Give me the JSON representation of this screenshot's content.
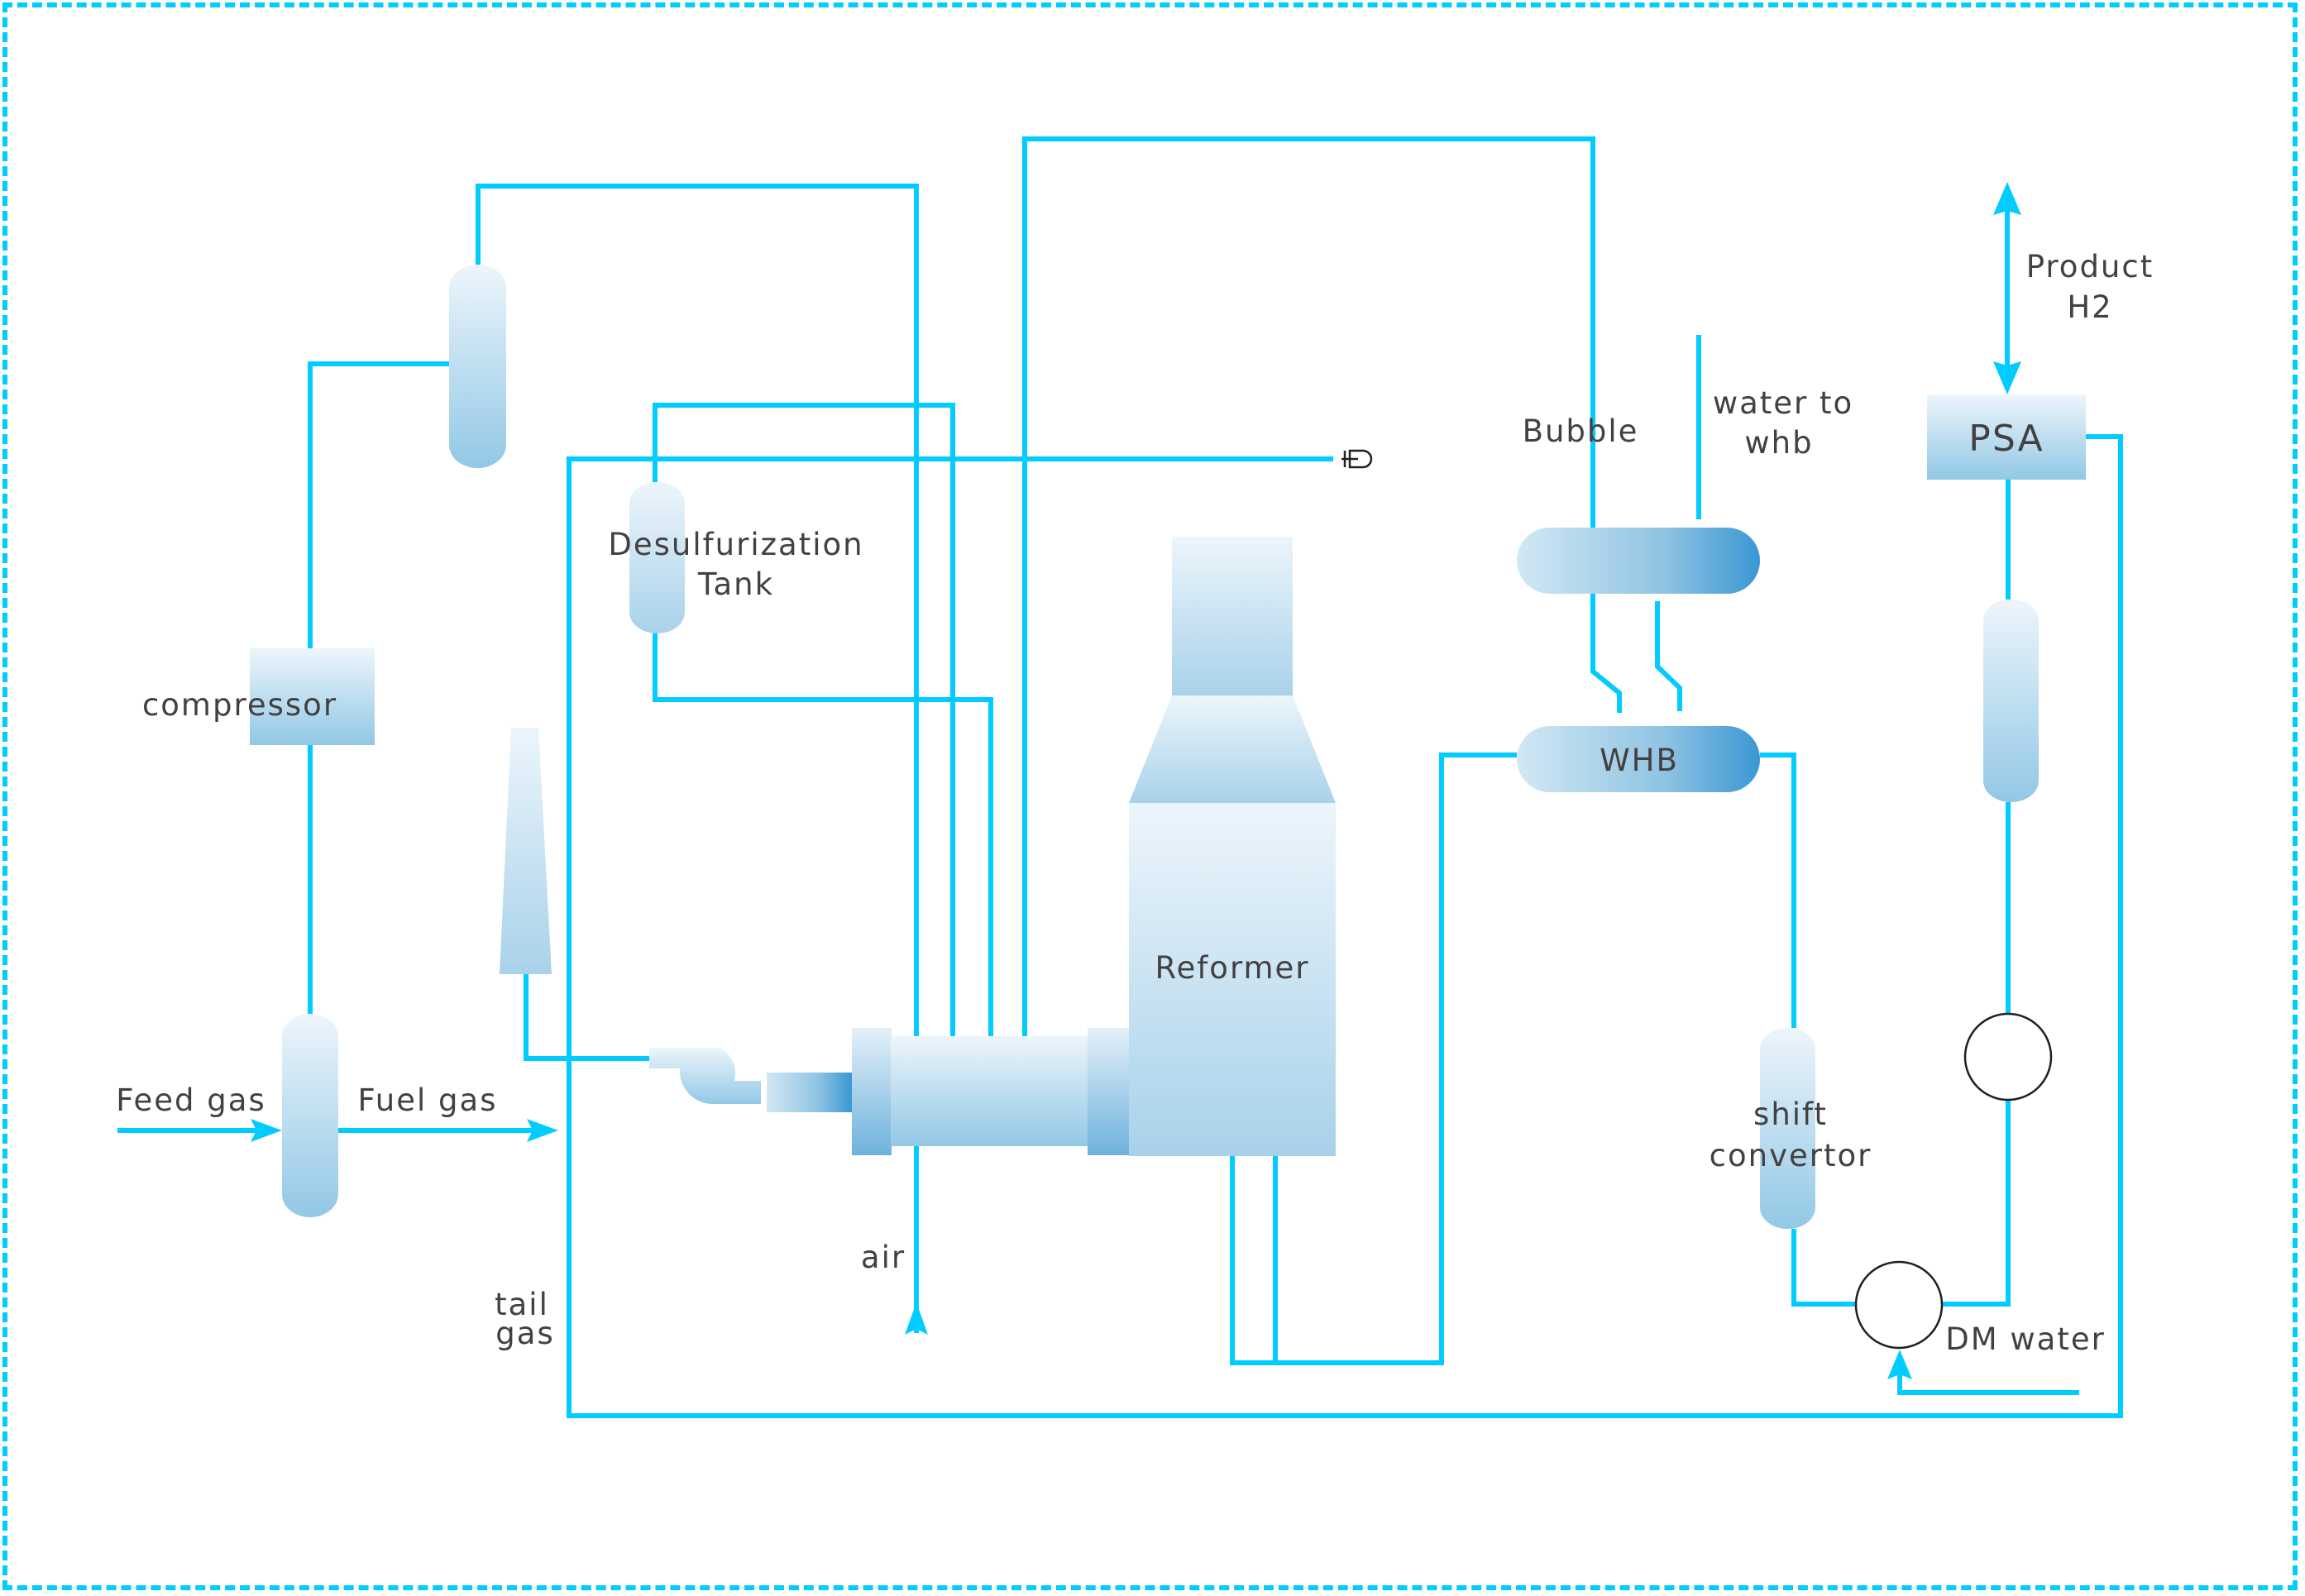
{
  "diagram": {
    "title": "Hydrogen production process flow (steam reforming + PSA)",
    "colors": {
      "pipe": "#00CCFF",
      "vessel_top": "#EAF3FA",
      "vessel_bottom": "#92C8E6",
      "drum_left": "#CFE6F3",
      "drum_right": "#3E9AD4",
      "label_text": "#444041",
      "pump_outline": "#231F20",
      "frame_border": "#00CCFF"
    },
    "labels": {
      "feed_gas": "Feed gas",
      "fuel_gas": "Fuel gas",
      "compressor": "compressor",
      "desulfurization_line1": "Desulfurization",
      "desulfurization_line2": "Tank",
      "reformer": "Reformer",
      "air": "air",
      "tail_line1": "tail",
      "tail_line2": "gas",
      "bubble": "Bubble",
      "water_to_line1": "water to",
      "water_to_line2": "whb",
      "product_line1": "Product",
      "product_line2": "H2",
      "psa": "PSA",
      "whb": "WHB",
      "shift_line1": "shift",
      "shift_line2": "convertor",
      "dm_water": "DM water"
    },
    "equipment": [
      {
        "id": "feed-separator",
        "type": "vertical-vessel"
      },
      {
        "id": "compressor",
        "type": "block",
        "label": "compressor"
      },
      {
        "id": "top-separator",
        "type": "vertical-vessel"
      },
      {
        "id": "desulfurization-tank",
        "type": "vertical-vessel",
        "label": "Desulfurization Tank"
      },
      {
        "id": "stack",
        "type": "cone"
      },
      {
        "id": "burner-assembly",
        "type": "burner"
      },
      {
        "id": "reformer",
        "type": "furnace",
        "label": "Reformer"
      },
      {
        "id": "bubble-drum",
        "type": "horizontal-drum",
        "label": "Bubble"
      },
      {
        "id": "whb",
        "type": "horizontal-drum",
        "label": "WHB"
      },
      {
        "id": "shift-convertor",
        "type": "vertical-vessel",
        "label": "shift convertor"
      },
      {
        "id": "psa-unit",
        "type": "block",
        "label": "PSA"
      },
      {
        "id": "psa-column",
        "type": "vertical-vessel"
      },
      {
        "id": "pump-lower",
        "type": "pump"
      },
      {
        "id": "pump-upper",
        "type": "pump"
      }
    ],
    "streams": [
      {
        "from": "Feed gas",
        "to": "feed-separator"
      },
      {
        "from": "feed-separator",
        "to": "Fuel gas"
      },
      {
        "from": "feed-separator",
        "to": "compressor"
      },
      {
        "from": "compressor",
        "to": "top-separator"
      },
      {
        "from": "top-separator",
        "to": "burner-assembly"
      },
      {
        "from": "desulfurization-tank",
        "to": "burner-assembly"
      },
      {
        "from": "air",
        "to": "burner-assembly"
      },
      {
        "from": "reformer",
        "to": "whb"
      },
      {
        "from": "bubble-drum",
        "to": "whb"
      },
      {
        "from": "water to whb",
        "to": "bubble-drum"
      },
      {
        "from": "whb",
        "to": "shift-convertor"
      },
      {
        "from": "shift-convertor",
        "to": "pump-lower"
      },
      {
        "from": "DM water",
        "to": "pump-lower"
      },
      {
        "from": "pump-lower",
        "to": "pump-upper"
      },
      {
        "from": "pump-upper",
        "to": "psa-column"
      },
      {
        "from": "psa-column",
        "to": "psa-unit"
      },
      {
        "from": "psa-unit",
        "to": "Product H2"
      },
      {
        "from": "psa-unit",
        "to": "tail gas"
      }
    ]
  }
}
